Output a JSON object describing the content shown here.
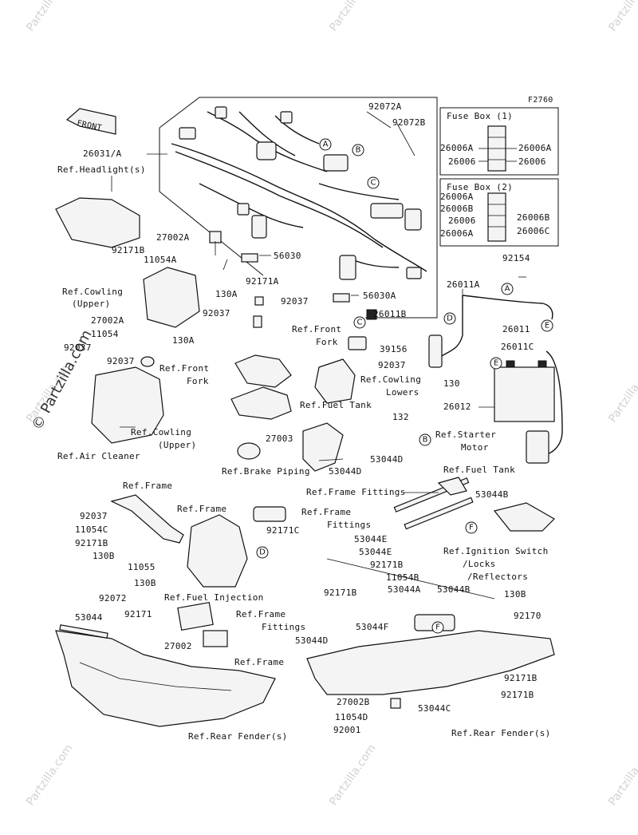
{
  "figure_code": "F2760",
  "watermark": "Partzilla.com",
  "watermark_main": "© Partzilla.com",
  "front_label": "FRONT",
  "fuse_box_1": {
    "title": "Fuse Box (1)",
    "rows": [
      {
        "left": "26006A",
        "right": "26006A"
      },
      {
        "left": "26006",
        "right": "26006"
      }
    ]
  },
  "fuse_box_2": {
    "title": "Fuse Box (2)",
    "left": [
      "26006A",
      "26006B",
      "26006",
      "26006A"
    ],
    "right": [
      "26006B",
      "26006C"
    ]
  },
  "callouts": [
    "A",
    "B",
    "C",
    "D",
    "E",
    "F"
  ],
  "labels": {
    "p26031": "26031/A",
    "ref_headlight": "Ref.Headlight(s)",
    "p92171B_a": "92171B",
    "p92072A": "92072A",
    "p92072B": "92072B",
    "p27002A_a": "27002A",
    "p11054A": "11054A",
    "p130A_a": "130A",
    "p56030": "56030",
    "p56030A": "56030A",
    "p92171A": "92171A",
    "p92154": "92154",
    "p26011A": "26011A",
    "p26011": "26011",
    "p26011B": "26011B",
    "p26011C": "26011C",
    "p39156": "39156",
    "p26012": "26012",
    "ref_cowling_upper_1": "Ref.Cowling",
    "ref_cowling_upper_1b": "(Upper)",
    "p27002A_b": "27002A",
    "p11054": "11054",
    "p130A_b": "130A",
    "p92037_a": "92037",
    "p92037_b": "92037",
    "p92037_c": "92037",
    "p92037_d": "92037",
    "p92037_e": "92037",
    "ref_front_fork_1": "Ref.Front",
    "ref_front_fork_1b": "Fork",
    "ref_front_fork_2": "Ref.Front",
    "ref_front_fork_2b": "Fork",
    "ref_cowling_lowers": "Ref.Cowling",
    "ref_cowling_lowers_b": "Lowers",
    "p130": "130",
    "ref_fuel_tank_1": "Ref.Fuel Tank",
    "p132": "132",
    "ref_starter_motor": "Ref.Starter",
    "ref_starter_motor_b": "Motor",
    "ref_cowling_upper_2": "Ref.Cowling",
    "ref_cowling_upper_2b": "(Upper)",
    "p27003": "27003",
    "p53044D_a": "53044D",
    "p53044D_b": "53044D",
    "ref_air_cleaner": "Ref.Air Cleaner",
    "ref_brake_piping": "Ref.Brake Piping",
    "ref_fuel_tank_2": "Ref.Fuel Tank",
    "ref_frame_fittings_1": "Ref.Frame Fittings",
    "ref_frame_1": "Ref.Frame",
    "ref_frame_2": "Ref.Frame",
    "p53044B_a": "53044B",
    "p92037_f": "92037",
    "p11054C": "11054C",
    "p92171B_b": "92171B",
    "p130B_a": "130B",
    "p11055": "11055",
    "p130B_b": "130B",
    "p92171C": "92171C",
    "ref_frame_fittings_2": "Ref.Frame",
    "ref_frame_fittings_2b": "Fittings",
    "p53044E_a": "53044E",
    "p53044E_b": "53044E",
    "ref_ignition": "Ref.Ignition Switch",
    "ref_ignition_b": "/Locks",
    "ref_ignition_c": "/Reflectors",
    "p92171B_c": "92171B",
    "p11054B": "11054B",
    "p92171B_d": "92171B",
    "p53044A": "53044A",
    "p53044B_b": "53044B",
    "p130B_c": "130B",
    "p92170": "92170",
    "ref_fuel_injection": "Ref.Fuel Injection",
    "p92072": "92072",
    "p92171": "92171",
    "p53044": "53044",
    "ref_frame_fittings_3": "Ref.Frame",
    "ref_frame_fittings_3b": "Fittings",
    "p27002": "27002",
    "p53044F": "53044F",
    "p53044D_c": "53044D",
    "ref_frame_3": "Ref.Frame",
    "p92171B_e": "92171B",
    "p27002B": "27002B",
    "p92171B_f": "92171B",
    "p53044C": "53044C",
    "p11054D": "11054D",
    "p92001": "92001",
    "ref_rear_fender_1": "Ref.Rear Fender(s)",
    "ref_rear_fender_2": "Ref.Rear Fender(s)"
  }
}
